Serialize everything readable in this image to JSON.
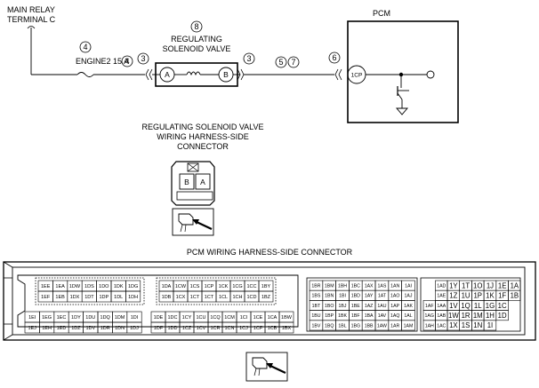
{
  "main_relay": {
    "line1": "MAIN RELAY",
    "line2": "TERMINAL C"
  },
  "fuse": {
    "label": "ENGINE2 15 A",
    "circled_top": "4",
    "circled_side": "4"
  },
  "valve": {
    "title_line1": "REGULATING",
    "title_line2": "SOLENOID VALVE",
    "circled": "8",
    "term_a": "A",
    "term_b": "B",
    "circled_left": "3",
    "circled_right": "3"
  },
  "harness": {
    "circled_1": "5",
    "circled_2": "7"
  },
  "pcm": {
    "title": "PCM",
    "circled": "6",
    "terminal": "1CP"
  },
  "valve_connector": {
    "title_line1": "REGULATING SOLENOID VALVE",
    "title_line2": "WIRING HARNESS-SIDE",
    "title_line3": "CONNECTOR",
    "pins": [
      "B",
      "A"
    ]
  },
  "pcm_connector": {
    "title": "PCM WIRING HARNESS-SIDE CONNECTOR",
    "block1_top": [
      [
        "1EE",
        "1EA",
        "1DW",
        "1DS",
        "1DO",
        "1DK",
        "1DG"
      ],
      [
        "1EF",
        "1EB",
        "1DX",
        "1DT",
        "1DP",
        "1DL",
        "1DH"
      ]
    ],
    "block1_bottom": [
      [
        "1EI",
        "1EG",
        "1EC",
        "1DY",
        "1DU",
        "1DQ",
        "1DM",
        "1DI"
      ],
      [
        "1EJ",
        "1EH",
        "1ED",
        "1DZ",
        "1DV",
        "1DR",
        "1DN",
        "1DJ"
      ]
    ],
    "block2_top": [
      [
        "1DA",
        "1CW",
        "1CS",
        "1CP",
        "1CK",
        "1CG",
        "1CC",
        "1BY"
      ],
      [
        "1DB",
        "1CX",
        "1CT",
        "1CT",
        "1CL",
        "1CH",
        "1CD",
        "1BZ"
      ]
    ],
    "block2_bottom": [
      [
        "1DE",
        "1DC",
        "1CY",
        "1CU",
        "1CQ",
        "1CM",
        "1CI",
        "1CE",
        "1CA",
        "1BW"
      ],
      [
        "1DF",
        "1DD",
        "1CZ",
        "1CV",
        "1CR",
        "1CN",
        "1CJ",
        "1CF",
        "1CB",
        "1BX"
      ]
    ],
    "block3": [
      [
        "1BR",
        "1BM",
        "1BH",
        "1BC",
        "1AX",
        "1AS",
        "1AN",
        "1AI"
      ],
      [
        "1BS",
        "1BN",
        "1BI",
        "1BD",
        "1AY",
        "1AT",
        "1AO",
        "1AJ"
      ],
      [
        "1BT",
        "1BO",
        "1BJ",
        "1BE",
        "1AZ",
        "1AU",
        "1AP",
        "1AK"
      ],
      [
        "1BU",
        "1BP",
        "1BK",
        "1BF",
        "1BA",
        "1AV",
        "1AQ",
        "1AL"
      ],
      [
        "1BV",
        "1BQ",
        "1BL",
        "1BG",
        "1BB",
        "1AW",
        "1AR",
        "1AM"
      ]
    ],
    "block4_small": [
      [
        "1AD"
      ],
      [
        "1AE"
      ],
      [
        "1AF",
        "1AA"
      ],
      [
        "1AG",
        "1AB"
      ],
      [
        "1AH",
        "1AC"
      ]
    ],
    "block4_large": [
      [
        "1Y",
        "1T",
        "1O",
        "1J",
        "1E",
        "1A"
      ],
      [
        "1Z",
        "1U",
        "1P",
        "1K",
        "1F",
        "1B"
      ],
      [
        "1V",
        "1Q",
        "1L",
        "1G",
        "1C"
      ],
      [
        "1W",
        "1R",
        "1M",
        "1H",
        "1D"
      ],
      [
        "1X",
        "1S",
        "1N",
        "1I"
      ]
    ]
  }
}
